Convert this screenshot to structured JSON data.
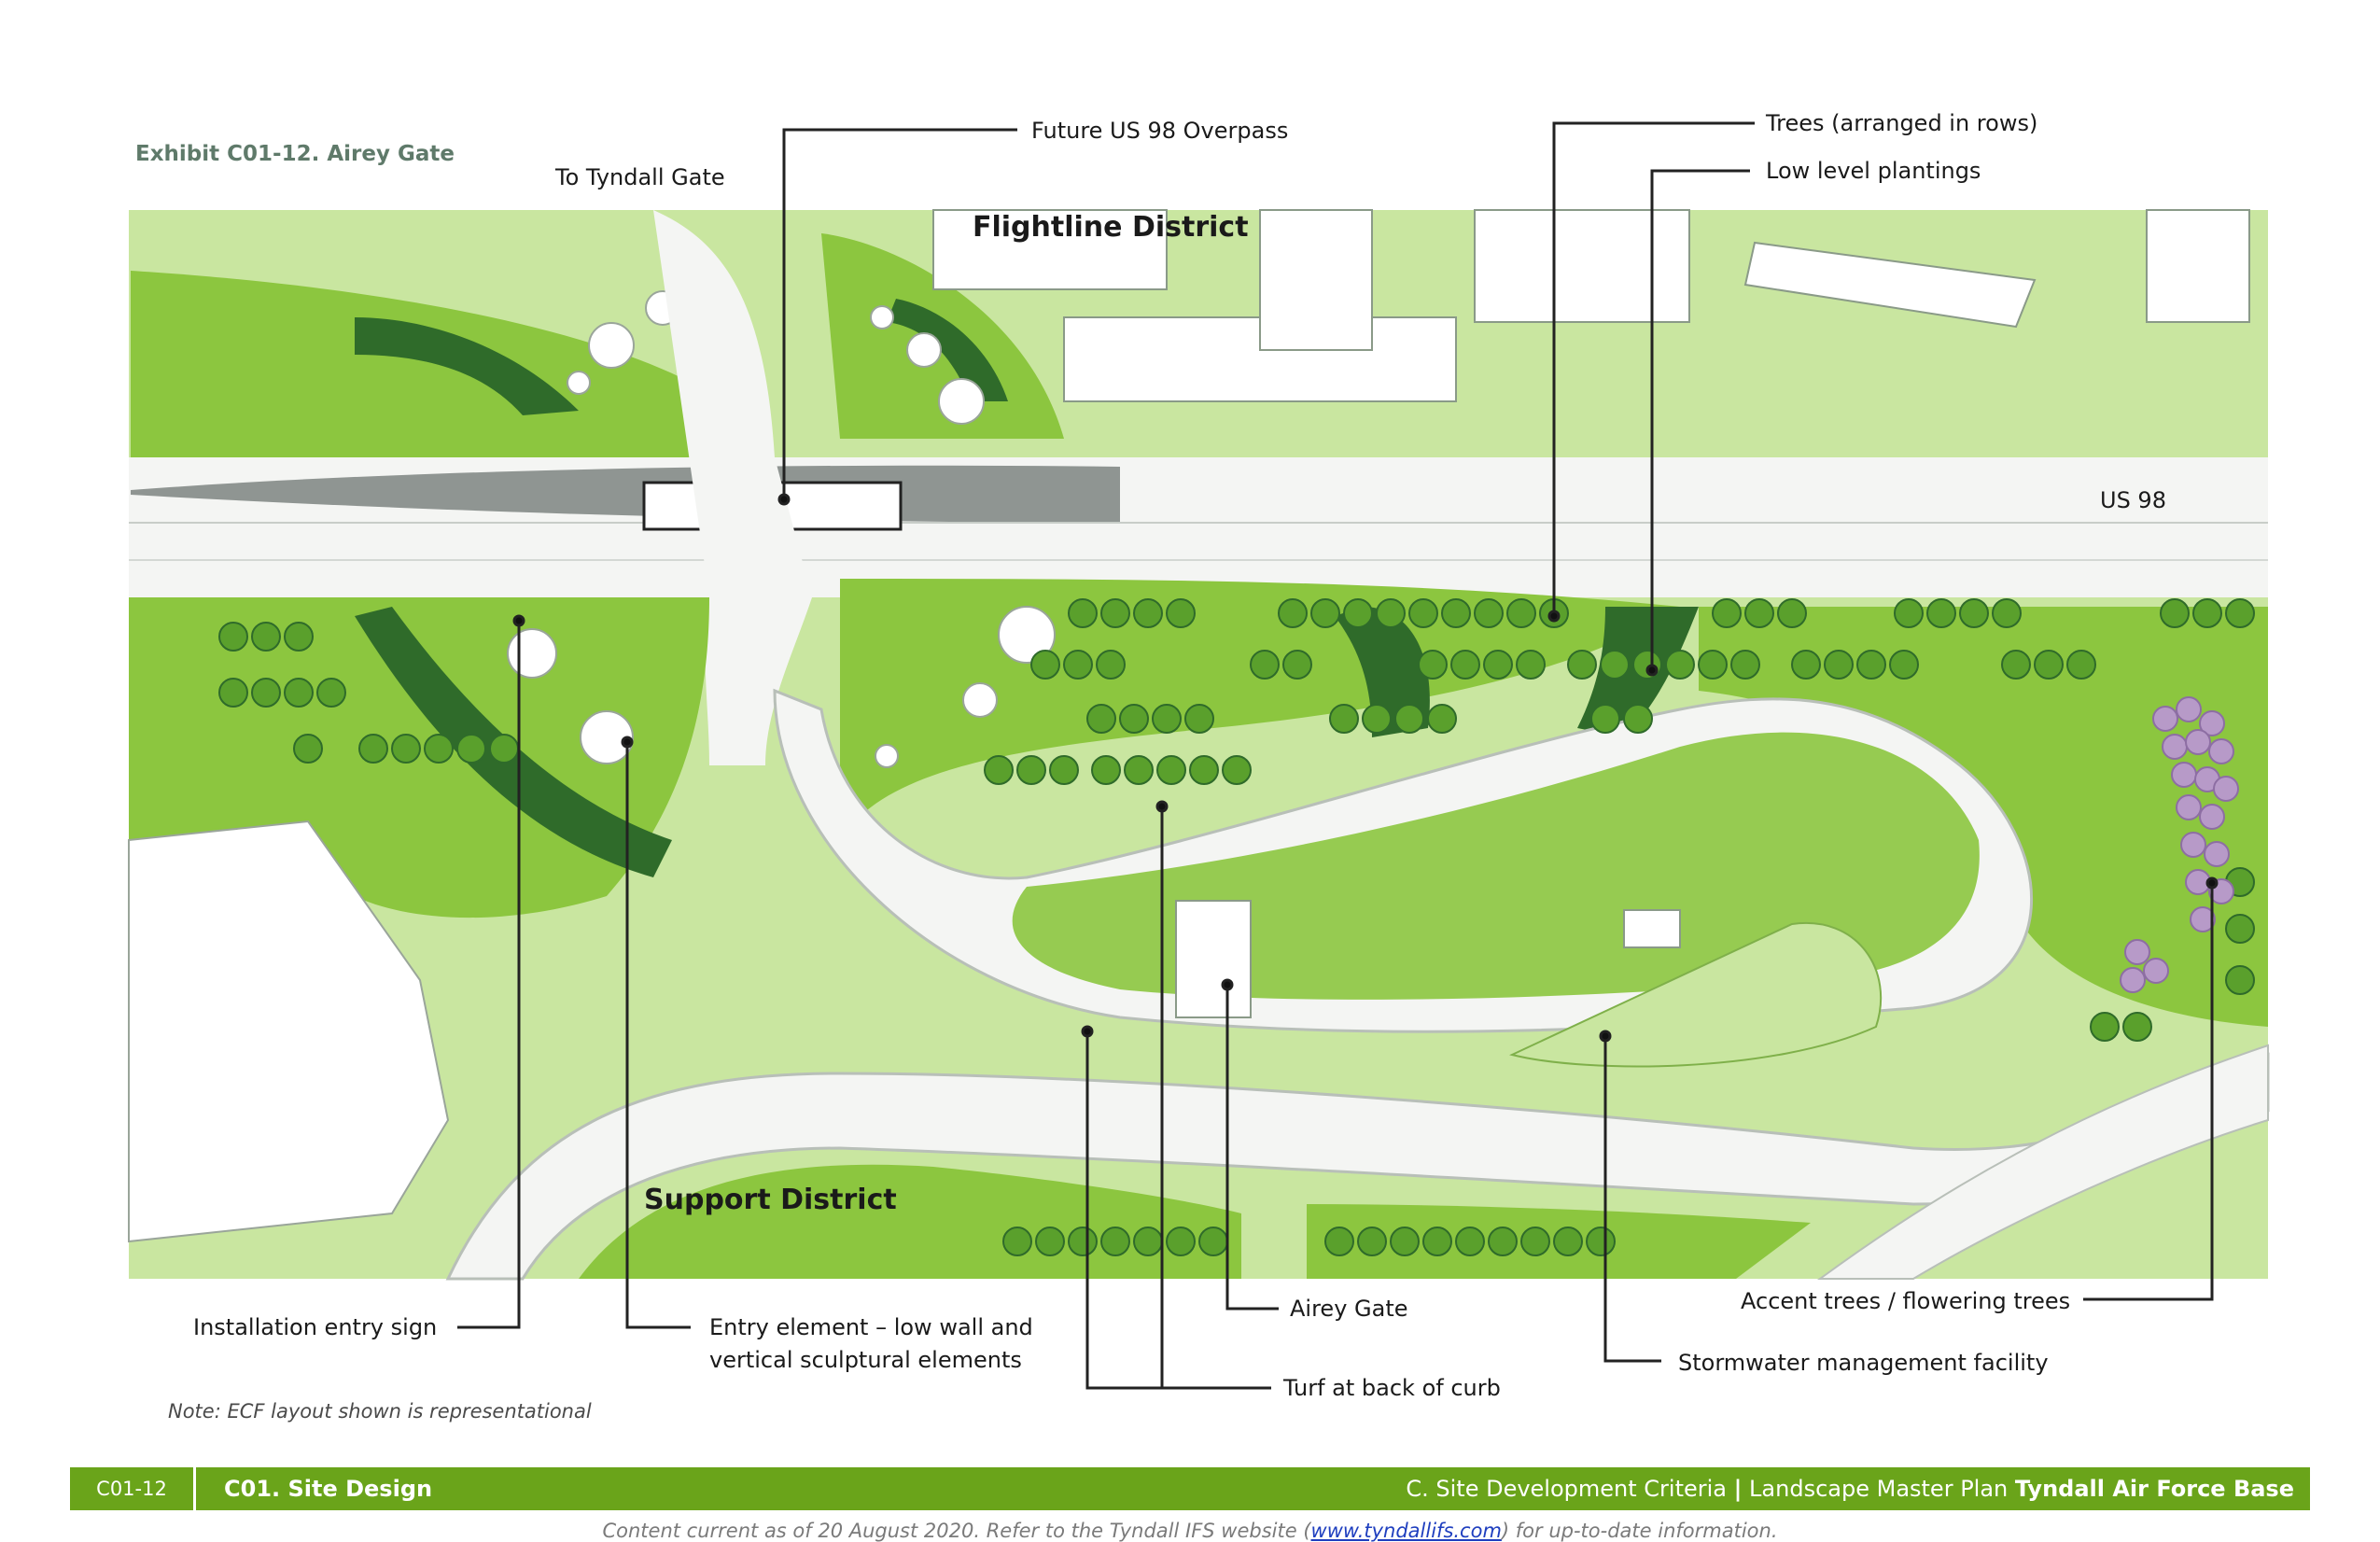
{
  "exhibit_title": "Exhibit C01-12. Airey Gate",
  "callouts": {
    "to_tyndall_gate": "To Tyndall Gate",
    "future_overpass": "Future US 98 Overpass",
    "trees_rows": "Trees (arranged in rows)",
    "low_level": "Low level plantings",
    "us98": "US 98",
    "installation_sign": "Installation entry sign",
    "entry_element_line1": "Entry element – low wall and",
    "entry_element_line2": "vertical sculptural elements",
    "airey_gate": "Airey Gate",
    "turf": "Turf at back of curb",
    "accent_trees": "Accent trees / flowering trees",
    "stormwater": "Stormwater management facility"
  },
  "districts": {
    "flightline": "Flightline District",
    "support": "Support District"
  },
  "note": "Note: ECF layout shown is representational",
  "footer": {
    "code": "C01-12",
    "section": "C01. Site Design",
    "right_part1": "C. Site Development Criteria",
    "separator": "|",
    "right_part2": "Landscape Master Plan",
    "right_bold": "Tyndall Air Force Base"
  },
  "disclaimer": {
    "before": "Content current as of 20 August 2020. Refer to the Tyndall IFS website (",
    "link": "www.tyndallifs.com",
    "after": ") for up-to-date information."
  },
  "colors": {
    "light_green": "#c9e6a0",
    "mid_green": "#8cc63f",
    "dark_green": "#2f6b2a",
    "tree_green": "#5aa02c",
    "road": "#f4f5f3",
    "flowering": "#b79ac8",
    "footer_green": "#6aa41a"
  }
}
